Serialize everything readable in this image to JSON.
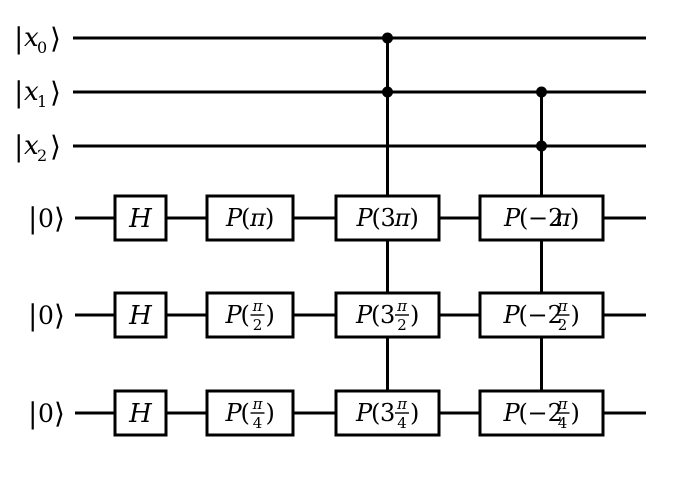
{
  "circuit": {
    "qubits": [
      {
        "id": "x0",
        "ket": "x",
        "sub": "0"
      },
      {
        "id": "x1",
        "ket": "x",
        "sub": "1"
      },
      {
        "id": "x2",
        "ket": "x",
        "sub": "2"
      },
      {
        "id": "a0",
        "ket": "0",
        "sub": ""
      },
      {
        "id": "a1",
        "ket": "0",
        "sub": ""
      },
      {
        "id": "a2",
        "ket": "0",
        "sub": ""
      }
    ],
    "hadamard_label": "H",
    "phase_symbol": "P",
    "pi_symbol": "π",
    "columns": [
      {
        "id": "col-h",
        "control": null,
        "gates": [
          {
            "coef": "",
            "num": "",
            "den": "",
            "hadamard": true
          },
          {
            "coef": "",
            "num": "",
            "den": "",
            "hadamard": true
          },
          {
            "coef": "",
            "num": "",
            "den": "",
            "hadamard": true
          }
        ]
      },
      {
        "id": "col-p",
        "control": null,
        "gates": [
          {
            "coef": "",
            "num": "",
            "den": ""
          },
          {
            "coef": "",
            "num": "π",
            "den": "2"
          },
          {
            "coef": "",
            "num": "π",
            "den": "4"
          }
        ]
      },
      {
        "id": "col-p3",
        "control": "x0",
        "gates": [
          {
            "coef": "3",
            "num": "",
            "den": ""
          },
          {
            "coef": "3",
            "num": "π",
            "den": "2"
          },
          {
            "coef": "3",
            "num": "π",
            "den": "4"
          }
        ]
      },
      {
        "id": "col-pm2",
        "control": "x1",
        "gates": [
          {
            "coef": "−2",
            "num": "",
            "den": ""
          },
          {
            "coef": "−2",
            "num": "π",
            "den": "2"
          },
          {
            "coef": "−2",
            "num": "π",
            "den": "4"
          }
        ]
      }
    ]
  }
}
